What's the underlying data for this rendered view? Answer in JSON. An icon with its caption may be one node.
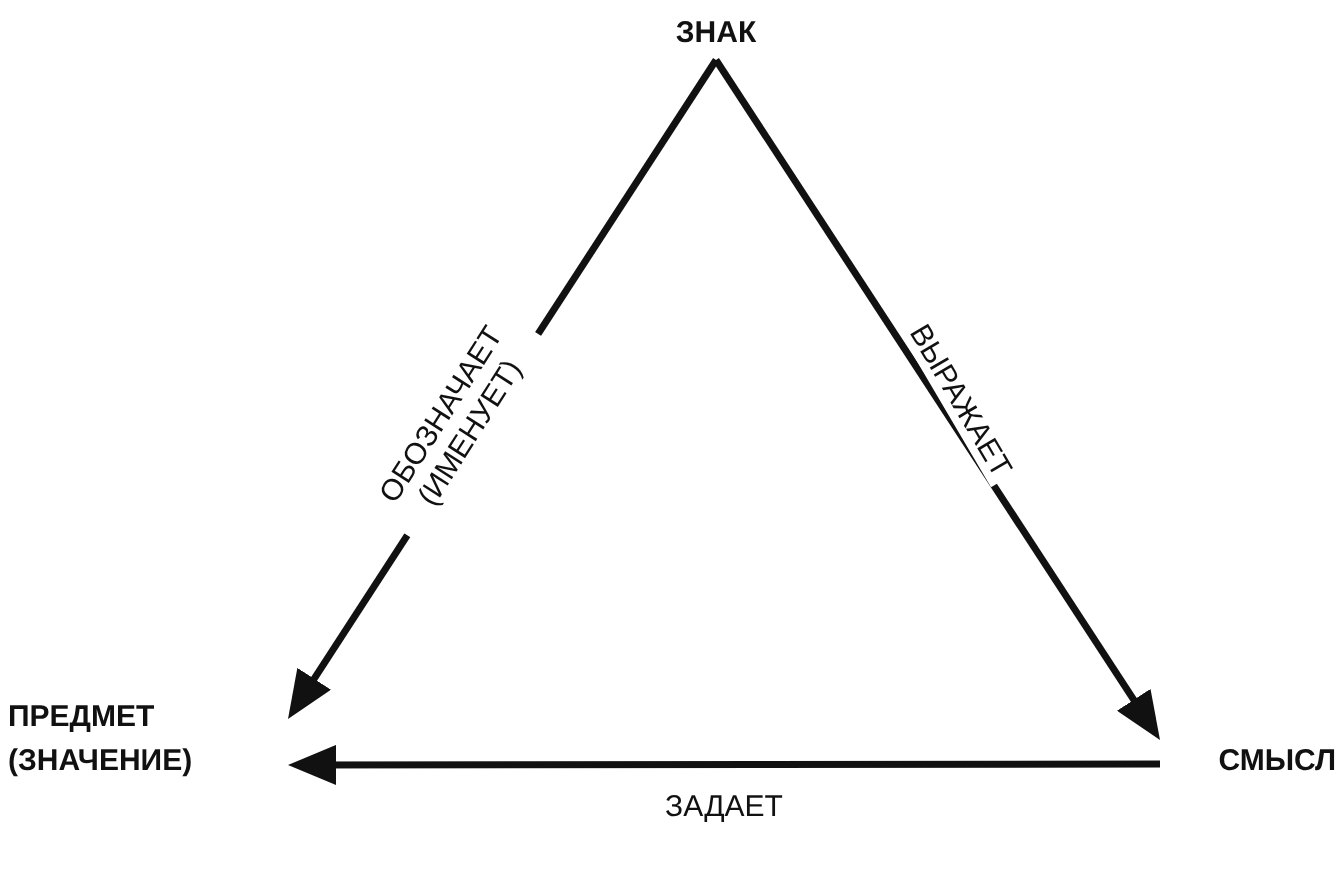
{
  "diagram": {
    "nodes": [
      {
        "text": [
          "ЗНАК"
        ]
      },
      {
        "text": [
          "ПРЕДМЕТ (ЗНАЧЕНИЕ)"
        ]
      },
      {
        "text": [
          "СМЫСЛ"
        ]
      }
    ],
    "edges": [
      {
        "from": 0,
        "to": 1,
        "arrow": "to",
        "label": "ОБОЗНАЧАЕТ (ИМЕНУЕТ)"
      },
      {
        "from": 0,
        "to": 2,
        "arrow": "to",
        "label": "ВЫРАЖАЕТ"
      },
      {
        "from": 2,
        "to": 1,
        "arrow": "to",
        "label": "ЗАДАЕТ"
      }
    ]
  }
}
